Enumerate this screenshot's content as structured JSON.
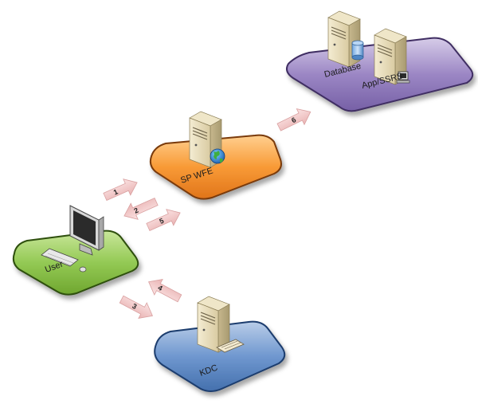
{
  "nodes": {
    "user": {
      "label": "User",
      "color": "#8cc63f"
    },
    "sp_wfe": {
      "label": "SP WFE",
      "color": "#f7941d"
    },
    "kdc": {
      "label": "KDC",
      "color": "#4a7fc1"
    },
    "backend": {
      "database_label": "Database",
      "appssrs_label": "App/SSRS",
      "color": "#8a74b4"
    }
  },
  "arrows": {
    "a1": "1",
    "a2": "2",
    "a3": "3",
    "a4": "4",
    "a5": "5",
    "a6": "6",
    "color": "#f4cccc"
  }
}
